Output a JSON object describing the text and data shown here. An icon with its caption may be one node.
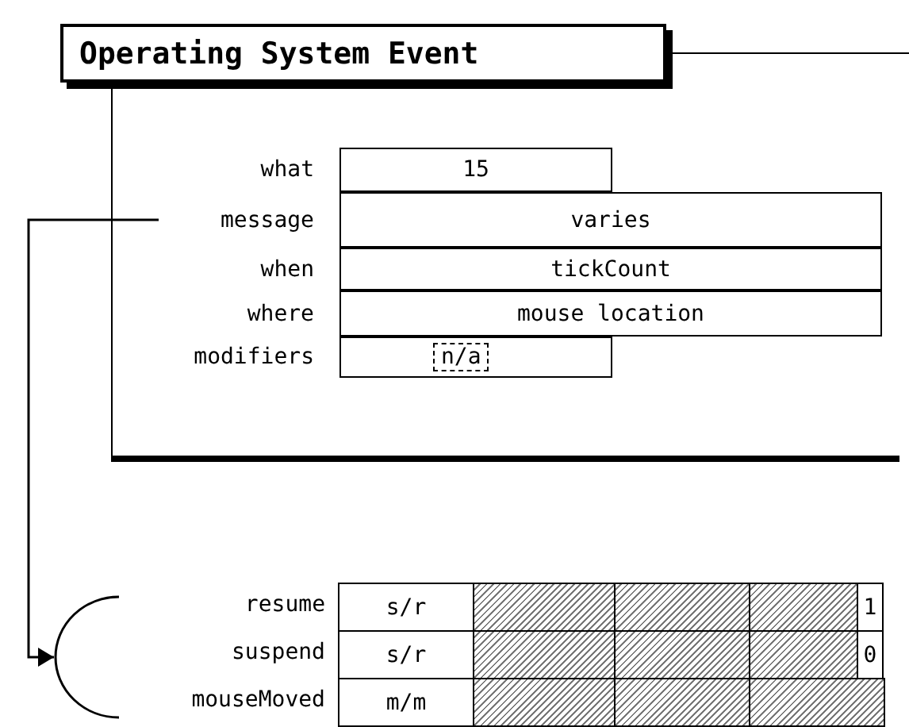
{
  "diagram": {
    "nodes": [
      {
        "text": [
          "Operating System Event"
        ]
      },
      {
        "text": [],
        "shape": "box"
      },
      {
        "text": [
          "15"
        ],
        "beside": [
          "what"
        ],
        "in": 1
      },
      {
        "text": [
          "varies"
        ],
        "beside": [
          "message"
        ],
        "in": 1
      },
      {
        "text": [
          "tickCount"
        ],
        "beside": [
          "when"
        ],
        "in": 1
      },
      {
        "text": [
          "mouse location"
        ],
        "beside": [
          "where"
        ],
        "in": 1
      },
      {
        "text": [
          "n/a"
        ],
        "beside": [
          "modifiers"
        ],
        "in": 1
      },
      {
        "text": [],
        "shape": "bracket"
      }
    ],
    "edges": [
      {
        "from": 3,
        "to": 7,
        "arrow": "to"
      }
    ],
    "labels": [
      "resume",
      "s/r",
      "1",
      "suspend",
      "s/r",
      "0",
      "mouseMoved",
      "m/m"
    ]
  }
}
